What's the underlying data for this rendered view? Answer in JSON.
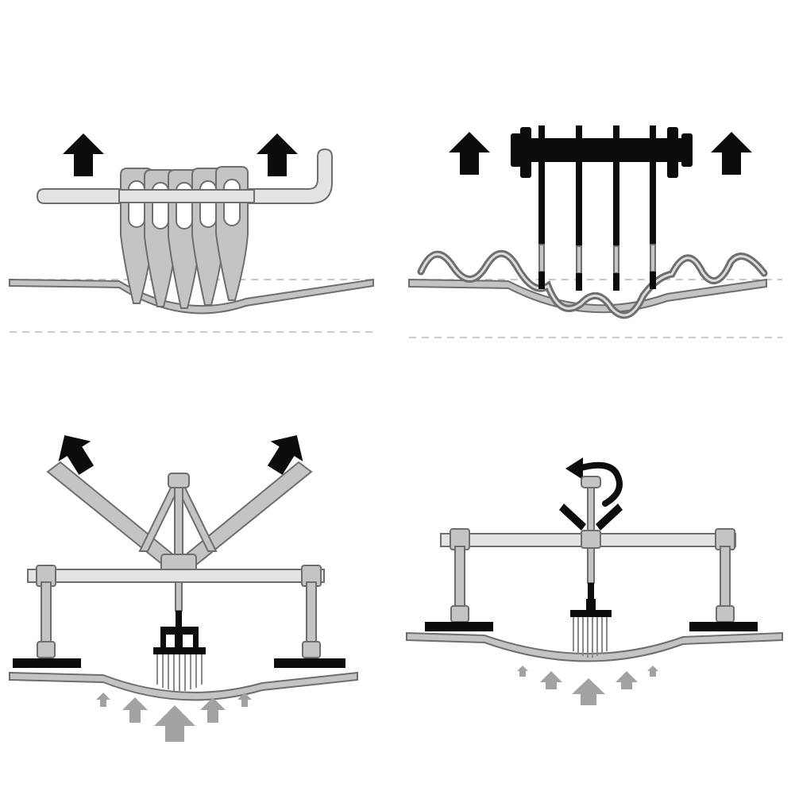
{
  "colors": {
    "background": "#ffffff",
    "metal_fill": "#c4c4c4",
    "metal_light": "#e3e3e3",
    "metal_stroke": "#6e6e6e",
    "panel_fill": "#d2d2d2",
    "dark": "#0c0c0c",
    "push_arrow": "#a2a2a2",
    "guide_line": "#b8b8b8"
  },
  "panels": [
    {
      "name": "tab-hook-puller",
      "icons": [
        "pull-up-arrow-icon",
        "pull-up-arrow-icon"
      ]
    },
    {
      "name": "wiggle-wire-lifter",
      "icons": [
        "pull-up-arrow-icon",
        "pull-up-arrow-icon"
      ]
    },
    {
      "name": "lever-bridge-puller",
      "icons": [
        "pull-diagonal-arrow-icon",
        "pull-diagonal-arrow-icon",
        "push-up-arrow-icon"
      ]
    },
    {
      "name": "screw-bridge-puller",
      "icons": [
        "rotate-arrow-icon",
        "push-up-arrow-icon"
      ]
    }
  ]
}
